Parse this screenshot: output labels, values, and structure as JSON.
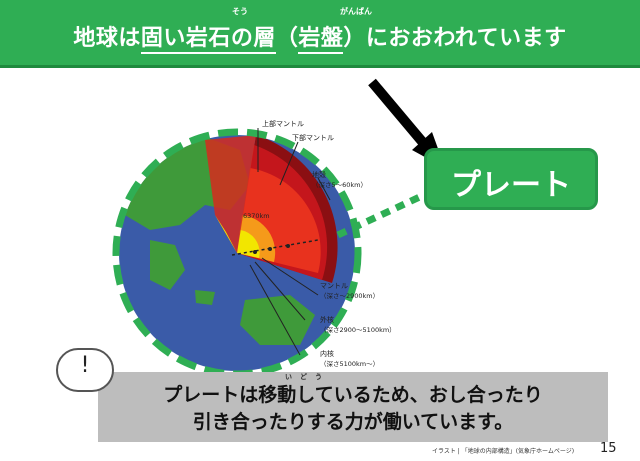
{
  "header": {
    "title_part1": "地球は",
    "title_underlined1": "固い岩石の層",
    "title_part2": "（",
    "title_underlined2": "岩盤",
    "title_part3": "）におおわれています",
    "ruby_sou": "そう",
    "ruby_ganban": "がんばん"
  },
  "diagram": {
    "labels": {
      "upper_mantle": "上部マントル",
      "lower_mantle": "下部マントル",
      "crust": "地殻",
      "crust_depth": "（深さ5〜60km）",
      "radius": "6370km",
      "mantle": "マントル",
      "mantle_depth": "（深さ〜2900km）",
      "outer_core": "外核",
      "outer_core_depth": "（深さ2900〜5100km）",
      "inner_core": "内核",
      "inner_core_depth": "（深さ5100km〜）"
    },
    "plate_label": "プレート"
  },
  "callout": {
    "bubble_mark": "!",
    "line1": "プレートは移動しているため、おし合ったり",
    "line2": "引き合ったりする力が働いています。",
    "ruby_idou": "いどう"
  },
  "footer": {
    "credit": "イラスト | 「地球の内部構造」(気象庁ホームページ)",
    "page_number": "15"
  },
  "colors": {
    "banner_green": "#2fae54",
    "ocean_blue": "#3a5ba8",
    "land_green": "#3f9a3a",
    "mantle_red": "#e8321e",
    "core_yellow": "#f2e600",
    "dash_green": "#2fae54"
  }
}
